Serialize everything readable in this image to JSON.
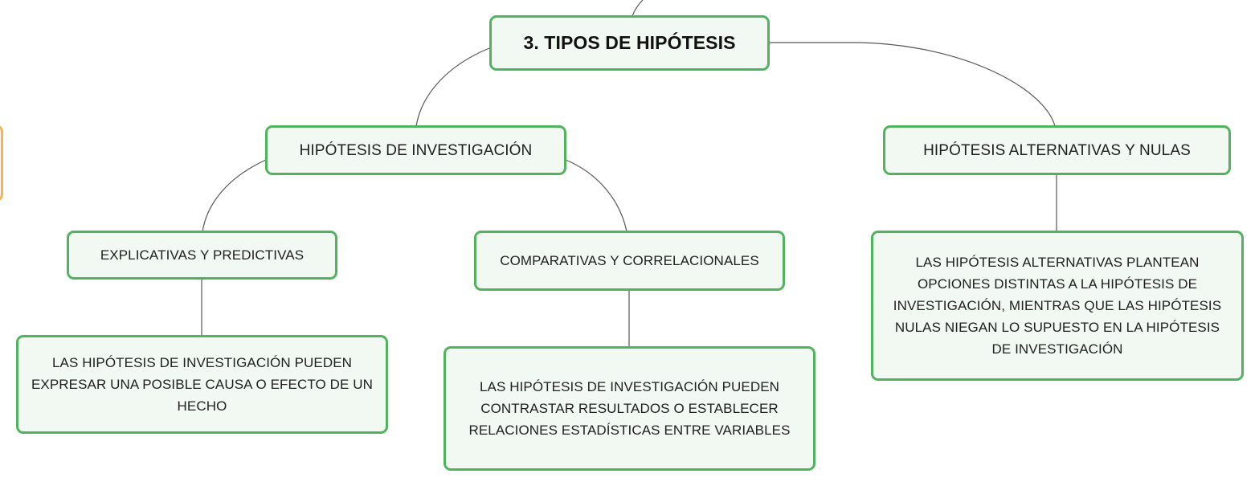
{
  "colors": {
    "node_border": "#52b35e",
    "node_fill": "#f1f9f2",
    "connector": "#555555",
    "side_node_border": "#f2b35a"
  },
  "root": {
    "label": "3. TIPOS DE HIPÓTESIS"
  },
  "branches": {
    "investigacion": {
      "label": "HIPÓTESIS DE INVESTIGACIÓN",
      "children": {
        "explicativas": {
          "label": "EXPLICATIVAS Y PREDICTIVAS",
          "description": "LAS HIPÓTESIS DE INVESTIGACIÓN PUEDEN EXPRESAR UNA POSIBLE CAUSA O EFECTO DE UN HECHO"
        },
        "comparativas": {
          "label": "COMPARATIVAS Y CORRELACIONALES",
          "description": "LAS HIPÓTESIS DE INVESTIGACIÓN PUEDEN CONTRASTAR RESULTADOS O ESTABLECER RELACIONES ESTADÍSTICAS ENTRE VARIABLES"
        }
      }
    },
    "alternativas": {
      "label": "HIPÓTESIS ALTERNATIVAS Y NULAS",
      "description": "LAS HIPÓTESIS ALTERNATIVAS PLANTEAN OPCIONES DISTINTAS A LA HIPÓTESIS DE INVESTIGACIÓN, MIENTRAS QUE LAS HIPÓTESIS NULAS NIEGAN LO SUPUESTO EN LA HIPÓTESIS DE INVESTIGACIÓN"
    }
  }
}
